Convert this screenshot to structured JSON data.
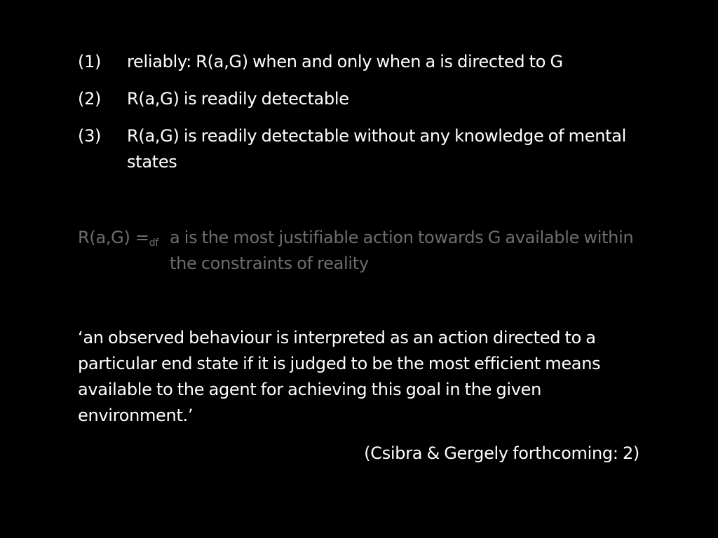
{
  "items": [
    {
      "number": "(1)",
      "text": "reliably: R(a,G) when and only when a is directed to G"
    },
    {
      "number": "(2)",
      "text": "R(a,G) is  readily detectable"
    },
    {
      "number": "(3)",
      "text": "R(a,G) is readily detectable without any knowledge of mental states"
    }
  ],
  "definition": {
    "lhs_main": "R(a,G) =",
    "lhs_subscript": "df",
    "rhs": "a is the most justifiable action towards G available within the constraints of reality"
  },
  "quote": {
    "text": "‘an observed behaviour is interpreted as an action directed to a particular end state if it is judged to be the most efficient means available to the agent for achieving this goal in the given environment.’",
    "citation": "(Csibra & Gergely forthcoming: 2)"
  },
  "colors": {
    "background": "#000000",
    "text": "#ffffff",
    "definition_text": "#6e6e6e"
  }
}
